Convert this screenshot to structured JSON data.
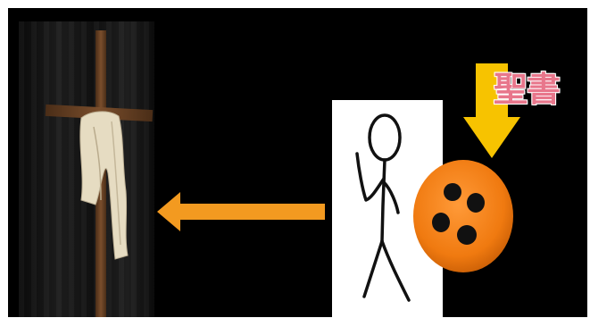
{
  "slide": {
    "label_text": "聖書",
    "colors": {
      "background": "#000000",
      "arrow": "#f39a20",
      "down_arrow": "#f7c300",
      "ball": "#f07a10",
      "label": "#e8768b",
      "wood": "#6b4326",
      "cloth": "#e9dfc7"
    }
  },
  "elements": {
    "cross_photo": "cross-with-cloth-image",
    "stick_figure": "stick-figure-drawing",
    "ball": "orange-ball-icon",
    "left_arrow": "left-arrow-icon",
    "down_arrow": "down-arrow-icon"
  }
}
